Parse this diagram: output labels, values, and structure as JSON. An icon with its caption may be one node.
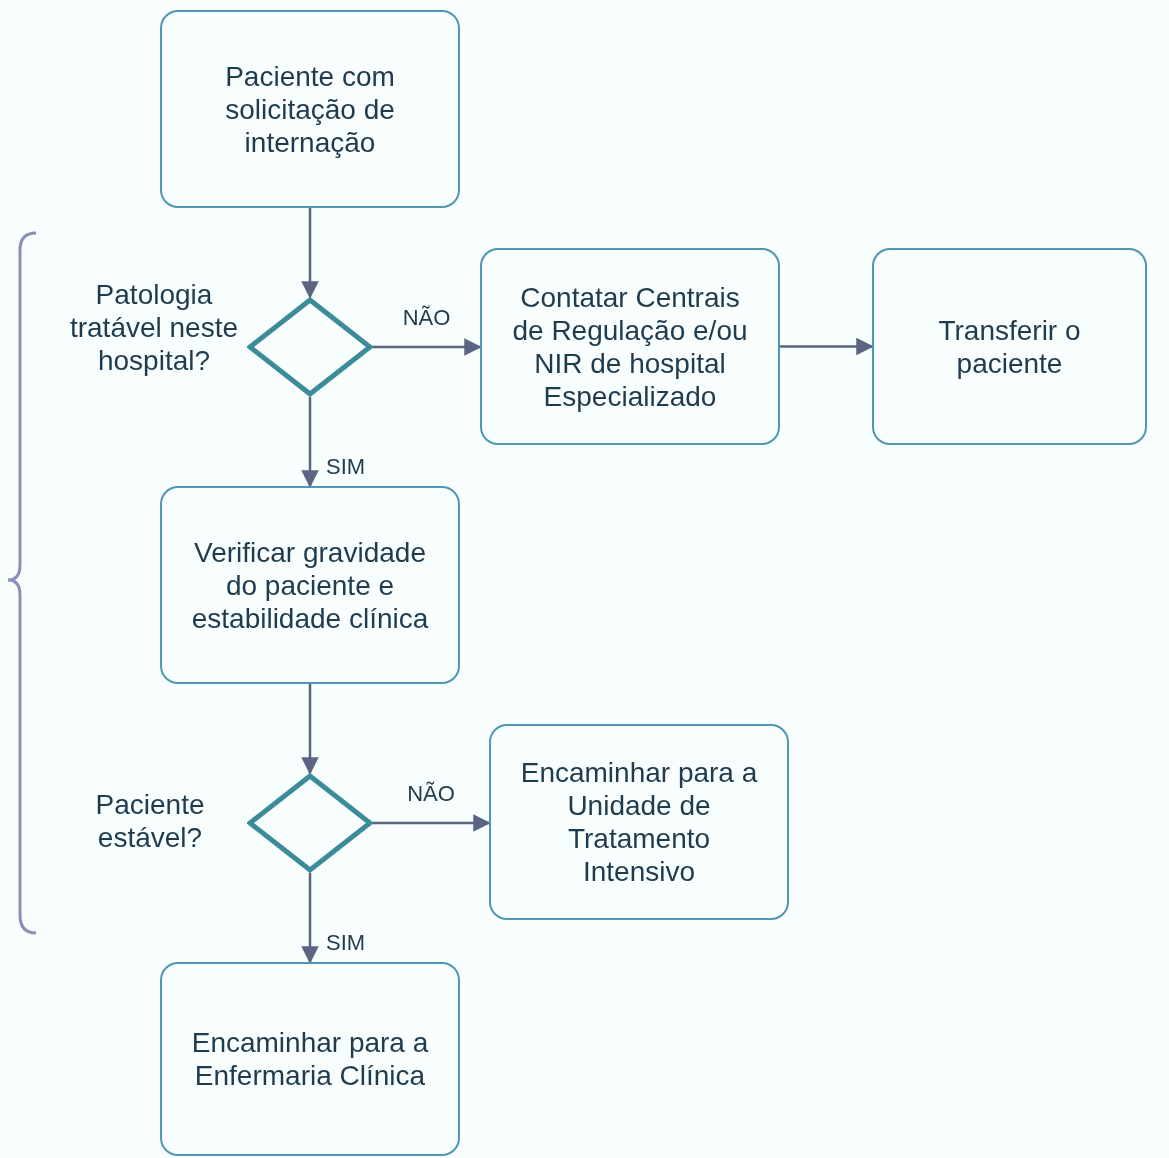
{
  "diagram": {
    "nodes": [
      {
        "text": [
          "Paciente com solicitação de internação"
        ]
      },
      {
        "text": [],
        "shape": "diamond",
        "beside": [
          "Patologia tratável neste hospital?"
        ]
      },
      {
        "text": [
          "Contatar Centrais de Regulação e/ou NIR de hospital Especializado"
        ]
      },
      {
        "text": [
          "Transferir o paciente"
        ]
      },
      {
        "text": [
          "Verificar gravidade do paciente e estabilidade clínica"
        ]
      },
      {
        "text": [],
        "shape": "diamond",
        "beside": [
          "Paciente estável?"
        ]
      },
      {
        "text": [
          "Encaminhar para a Unidade de Tratamento Intensivo"
        ]
      },
      {
        "text": [
          "Encaminhar para a Enfermaria Clínica"
        ]
      }
    ],
    "edges": [
      {
        "from": 0,
        "to": 1,
        "arrow": "to"
      },
      {
        "from": 1,
        "to": 2,
        "arrow": "to",
        "label": "NÃO"
      },
      {
        "from": 2,
        "to": 3,
        "arrow": "to"
      },
      {
        "from": 1,
        "to": 4,
        "arrow": "to",
        "label": "SIM"
      },
      {
        "from": 4,
        "to": 5,
        "arrow": "to"
      },
      {
        "from": 5,
        "to": 6,
        "arrow": "to",
        "label": "NÃO"
      },
      {
        "from": 5,
        "to": 7,
        "arrow": "to",
        "label": "SIM"
      }
    ]
  }
}
